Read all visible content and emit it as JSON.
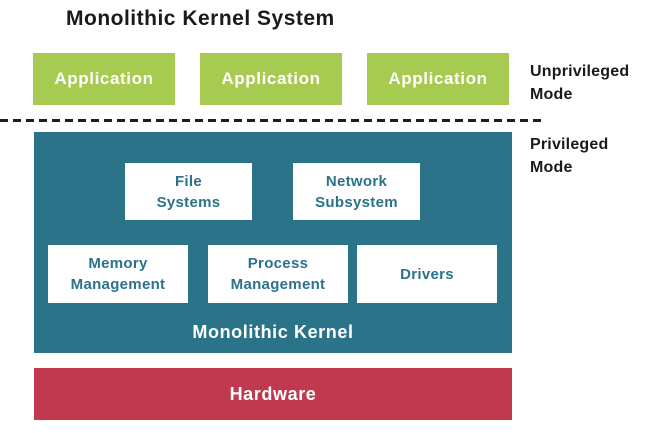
{
  "title": "Monolithic Kernel System",
  "modes": {
    "unprivileged": {
      "line1": "Unprivileged",
      "line2": "Mode"
    },
    "privileged": {
      "line1": "Privileged",
      "line2": "Mode"
    }
  },
  "applications": [
    {
      "label": "Application"
    },
    {
      "label": "Application"
    },
    {
      "label": "Application"
    }
  ],
  "kernel": {
    "label": "Monolithic Kernel",
    "components": [
      {
        "lines": [
          "File",
          "Systems"
        ]
      },
      {
        "lines": [
          "Network",
          "Subsystem"
        ]
      },
      {
        "lines": [
          "Memory",
          "Management"
        ]
      },
      {
        "lines": [
          "Process",
          "Management"
        ]
      },
      {
        "lines": [
          "Drivers"
        ]
      }
    ]
  },
  "hardware": {
    "label": "Hardware"
  },
  "colors": {
    "application_green": "#a6cb50",
    "kernel_teal": "#2a7389",
    "hardware_red": "#c0394e",
    "component_text_teal": "#2a7389",
    "text_dark": "#1a1a1a",
    "box_text_white": "#ffffff"
  }
}
